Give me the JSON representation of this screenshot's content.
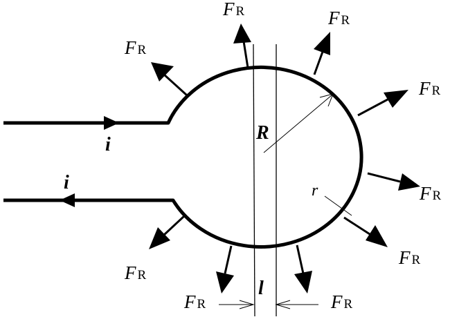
{
  "labels": {
    "force_main": "F",
    "force_sub": "R",
    "current": "i",
    "big_radius": "R",
    "small_radius": "r",
    "width": "l"
  },
  "colors": {
    "stroke": "#000000",
    "background": "#ffffff"
  }
}
